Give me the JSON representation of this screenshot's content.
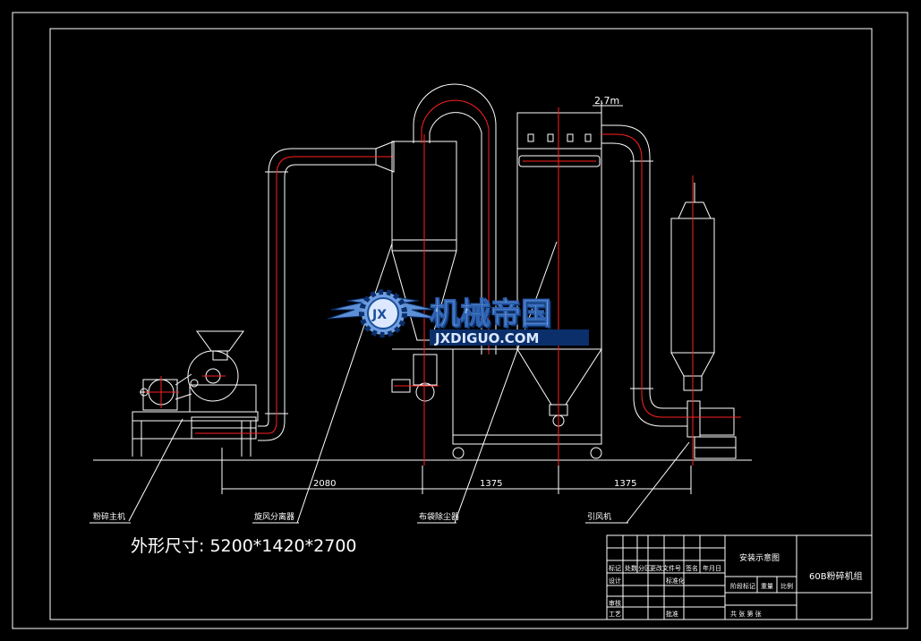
{
  "colors": {
    "background": "#000000",
    "line": "#ffffff",
    "centerline": "#ff2020",
    "logo_blue": "#3a78c8",
    "logo_shadow": "#0b2f6b"
  },
  "dimensions": {
    "height_mark": "2.7m",
    "span_1": "2080",
    "span_2": "1375",
    "span_3": "1375"
  },
  "callouts": {
    "grinder": "粉碎主机",
    "cyclone": "旋风分离器",
    "bag_filter": "布袋除尘器",
    "fan": "引风机"
  },
  "overall_size": "外形尺寸: 5200*1420*2700",
  "logo": {
    "cn": "机械帝国",
    "en": "JXDIGUO.COM",
    "badge": "JX"
  },
  "title_block": {
    "drawing_name": "安装示意图",
    "model": "60B粉碎机组",
    "rev_headers": [
      "标记",
      "处数",
      "分区",
      "更改文件号",
      "签名",
      "年月日"
    ],
    "design": "设计",
    "standard": "标准化",
    "review": "审核",
    "process": "工艺",
    "approve": "批准",
    "stage_mark": "阶段标记",
    "weight": "重量",
    "scale": "比例",
    "sheets": "共 张 第 张"
  }
}
